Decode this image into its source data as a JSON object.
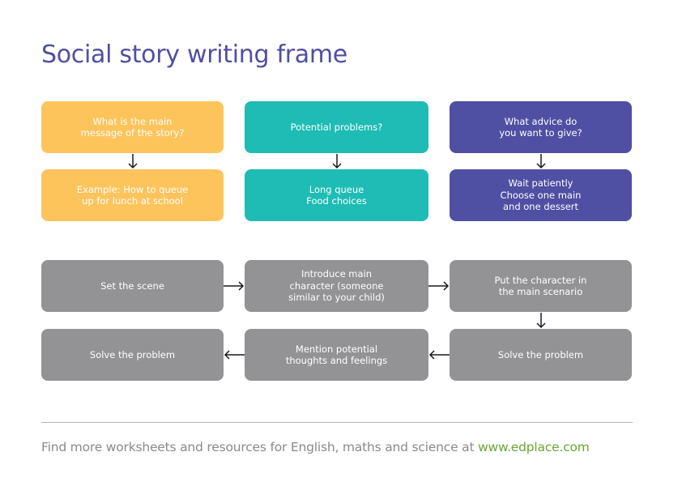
{
  "title": "Social story writing frame",
  "colors": {
    "title": "#4f4fa3",
    "message": "#fdc45c",
    "problems": "#1ebcb5",
    "advice": "#4f4fa3",
    "steps": "#939396",
    "arrow": "#1a1a1a",
    "footer_text": "#8a8a8a",
    "footer_link": "#6aa535"
  },
  "planning": {
    "message": {
      "question": "What is the main\nmessage of the story?",
      "answer": "Example: How to queue\nup for lunch at school"
    },
    "problems": {
      "question": "Potential problems?",
      "answer": "Long queue\nFood choices"
    },
    "advice": {
      "question": "What advice do\nyou want to give?",
      "answer": "Wait patiently\nChoose one main\nand one dessert"
    }
  },
  "steps": [
    "Set the scene",
    "Introduce main\ncharacter (someone\nsimilar to your child)",
    "Put the character in\nthe main scenario",
    "Solve the problem",
    "Mention potential\nthoughts and feelings",
    "Solve the problem"
  ],
  "footer": {
    "text": "Find more worksheets and resources for English, maths and science at ",
    "link": "www.edplace.com"
  }
}
